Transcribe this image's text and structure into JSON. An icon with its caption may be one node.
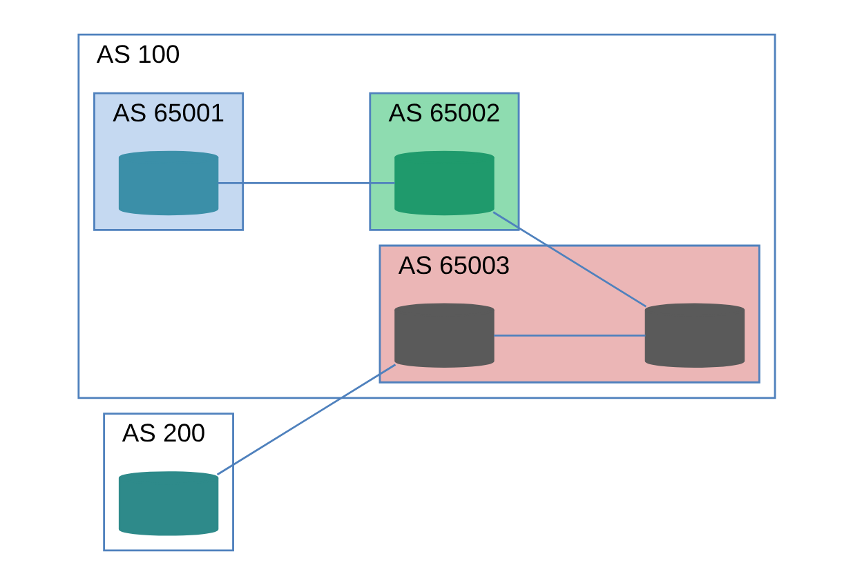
{
  "diagram": {
    "nodes": [
      {
        "text": [
          "AS 100"
        ]
      },
      {
        "text": [
          "AS 65001"
        ],
        "in": 0
      },
      {
        "text": [],
        "shape": "cylinder",
        "in": 1
      },
      {
        "text": [
          "AS 65002"
        ],
        "in": 0
      },
      {
        "text": [],
        "shape": "cylinder",
        "in": 3
      },
      {
        "text": [
          "AS 65003"
        ],
        "in": 0
      },
      {
        "text": [],
        "shape": "cylinder",
        "in": 5
      },
      {
        "text": [],
        "shape": "cylinder",
        "in": 5
      },
      {
        "text": [
          "AS 200"
        ]
      },
      {
        "text": [],
        "shape": "cylinder",
        "in": 8
      }
    ],
    "edges": [
      {
        "from": 2,
        "to": 4,
        "arrow": "none"
      },
      {
        "from": 4,
        "to": 7,
        "arrow": "none"
      },
      {
        "from": 6,
        "to": 7,
        "arrow": "none"
      },
      {
        "from": 9,
        "to": 6,
        "arrow": "none"
      }
    ]
  }
}
